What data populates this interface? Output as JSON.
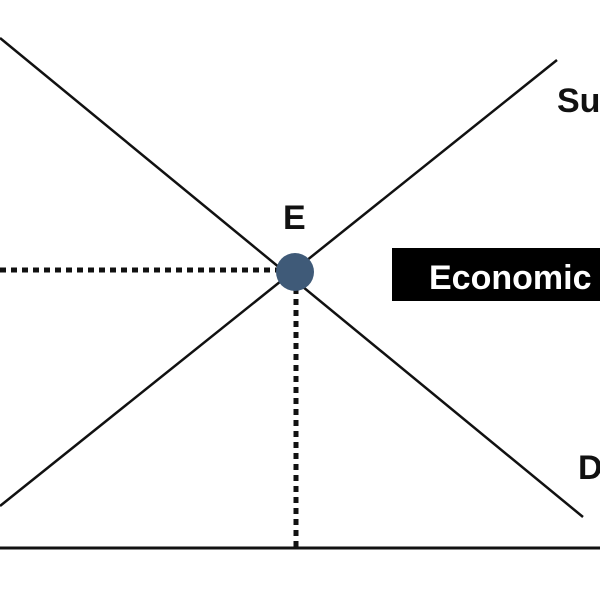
{
  "diagram": {
    "equilibrium_label": "E",
    "supply_label": "Su",
    "demand_label": "D",
    "banner_text": "Economic"
  },
  "colors": {
    "background": "#ffffff",
    "line": "#111111",
    "equilibrium_point": "#3f5a78",
    "banner_background": "#000000",
    "banner_text": "#ffffff"
  }
}
